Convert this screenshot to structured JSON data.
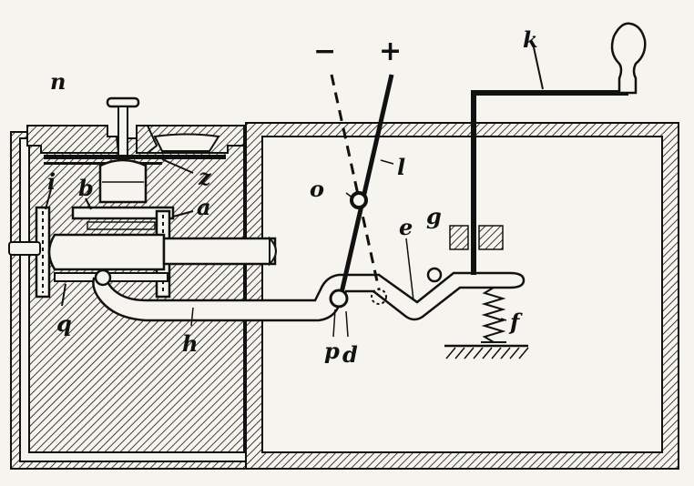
{
  "labels": {
    "n": "n",
    "z": "z",
    "i": "i",
    "b": "b",
    "a": "a",
    "q": "q",
    "h": "h",
    "minus": "−",
    "plus": "+",
    "k": "k",
    "l": "l",
    "o": "o",
    "e": "e",
    "g": "g",
    "f": "f",
    "p": "p",
    "d": "d"
  },
  "colors": {
    "ink": "#111111",
    "paper": "#f6f4ef"
  }
}
